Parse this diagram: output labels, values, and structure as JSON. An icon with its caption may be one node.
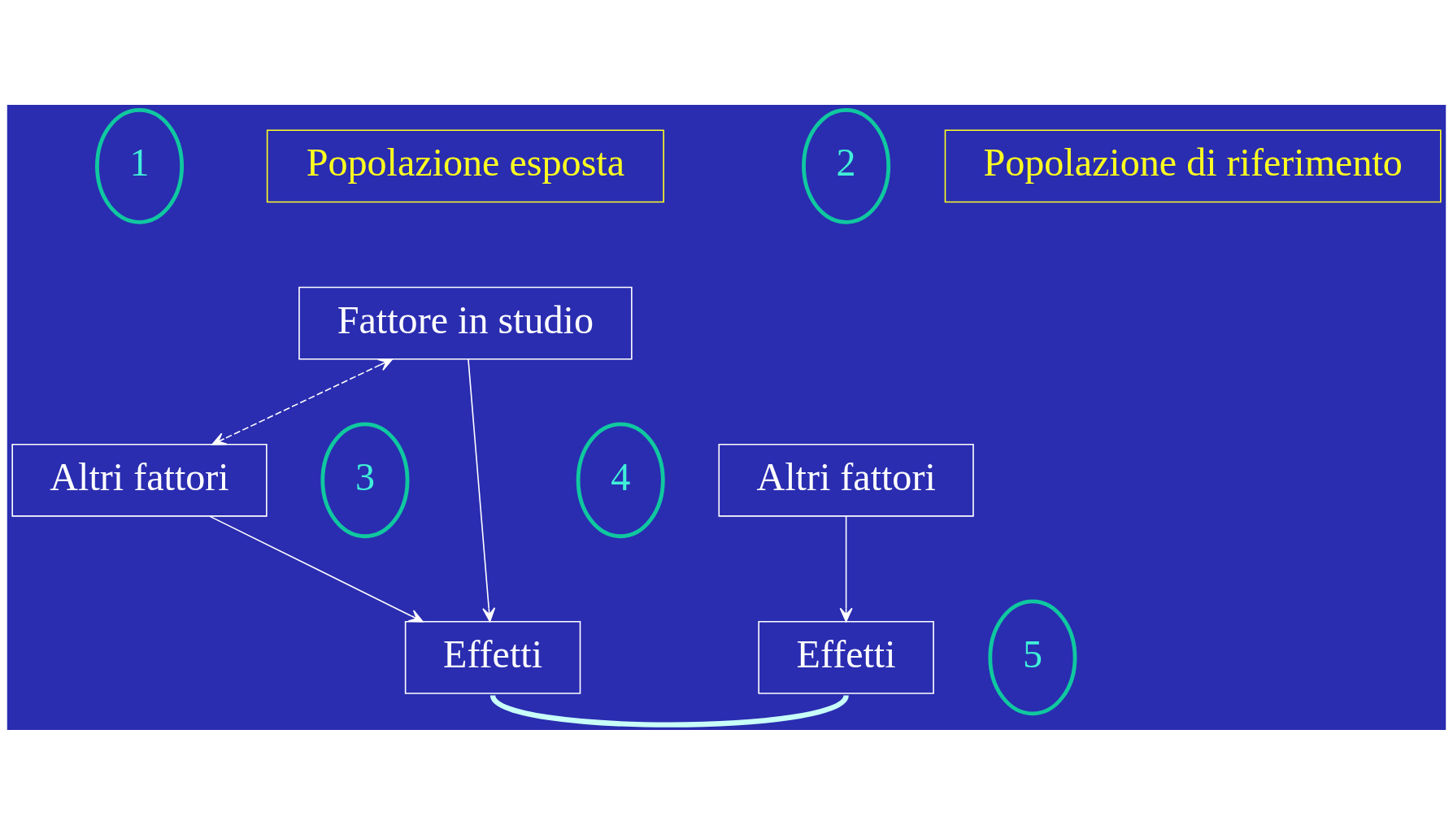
{
  "diagram": {
    "nodes": [
      {
        "text": [
          "1"
        ]
      },
      {
        "text": [
          "Popolazione esposta"
        ]
      },
      {
        "text": [
          "Popolazione di riferimento"
        ]
      },
      {
        "text": [
          "2"
        ]
      },
      {
        "text": [
          "Fattore in studio"
        ]
      },
      {
        "text": [
          "Altri fattori"
        ]
      },
      {
        "text": [
          "3"
        ]
      },
      {
        "text": [
          "Altri fattori"
        ]
      },
      {
        "text": [
          "4"
        ]
      },
      {
        "text": [
          "Effetti"
        ]
      },
      {
        "text": [
          "Effetti"
        ]
      },
      {
        "text": [
          "5"
        ]
      }
    ],
    "edges": [
      {
        "from": 4,
        "to": 5,
        "arrow": "both",
        "style": "dashed"
      },
      {
        "from": 4,
        "to": 9,
        "arrow": "to"
      },
      {
        "from": 5,
        "to": 9,
        "arrow": "to"
      },
      {
        "from": 7,
        "to": 10,
        "arrow": "to"
      },
      {
        "from": 9,
        "to": 10,
        "arrow": "none",
        "style": "thick",
        "color": "#c8fff8"
      }
    ]
  }
}
